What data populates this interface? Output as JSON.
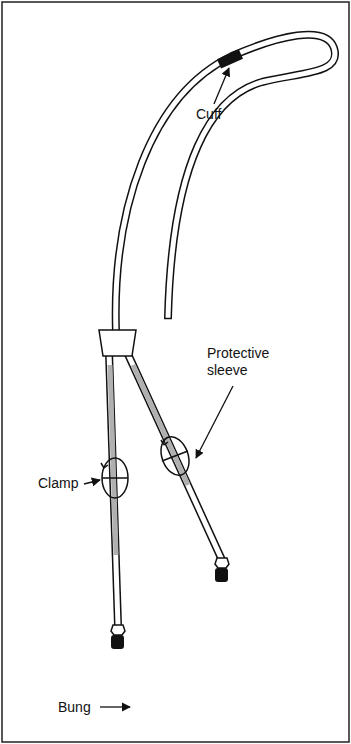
{
  "diagram": {
    "labels": [
      "Cuff",
      "Protective sleeve",
      "Clamp",
      "Bung"
    ]
  }
}
